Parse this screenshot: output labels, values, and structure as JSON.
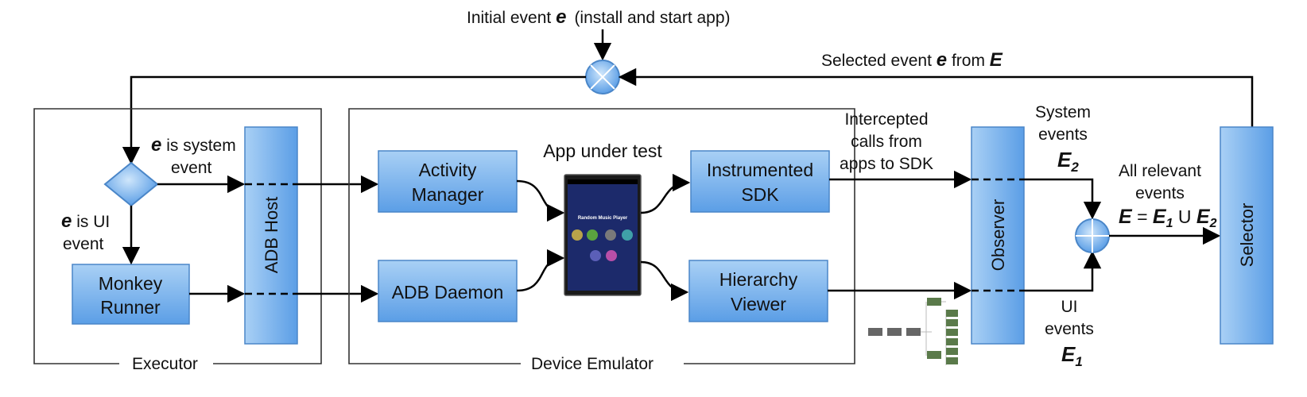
{
  "colors": {
    "box_fill_top": "#a9d0f5",
    "box_fill_bottom": "#5b9ee6",
    "box_stroke": "#4a86c8",
    "frame_stroke": "#333333",
    "line": "#000000",
    "phone_body": "#1a1a1a",
    "phone_screen": "#1c2a6b"
  },
  "top": {
    "initial_event_prefix": "Initial event ",
    "initial_event_var": "e",
    "initial_event_suffix": "(install and start app)",
    "selected_event_prefix": "Selected event ",
    "selected_event_var": "e",
    "selected_event_mid": " from ",
    "selected_event_set": "E"
  },
  "executor": {
    "title": "Executor",
    "decision_system_var": "e",
    "decision_system_line1": " is system",
    "decision_system_line2": "event",
    "decision_ui_var": "e",
    "decision_ui_line1": " is UI",
    "decision_ui_line2": "event",
    "adb_host": "ADB Host",
    "monkey_line1": "Monkey",
    "monkey_line2": "Runner"
  },
  "emulator": {
    "title": "Device Emulator",
    "activity_line1": "Activity",
    "activity_line2": "Manager",
    "adb_daemon": "ADB Daemon",
    "app_under_test": "App under test",
    "phone_title": "Random Music Player",
    "instrumented_line1": "Instrumented",
    "instrumented_line2": "SDK",
    "hierarchy_line1": "Hierarchy",
    "hierarchy_line2": "Viewer"
  },
  "observer": {
    "label": "Observer",
    "intercepted_line1": "Intercepted",
    "intercepted_line2": "calls from",
    "intercepted_line3": "apps to SDK",
    "system_line1": "System",
    "system_line2": "events",
    "system_var": "E",
    "system_sub": "2",
    "ui_line1": "UI",
    "ui_line2": "events",
    "ui_var": "E",
    "ui_sub": "1"
  },
  "merge": {
    "line1": "All relevant",
    "line2": "events",
    "eq_var": "E",
    "eq_mid1": " = ",
    "eq_e1": "E",
    "eq_sub1": "1",
    "eq_union": " U ",
    "eq_e2": "E",
    "eq_sub2": "2"
  },
  "selector": {
    "label": "Selector"
  }
}
